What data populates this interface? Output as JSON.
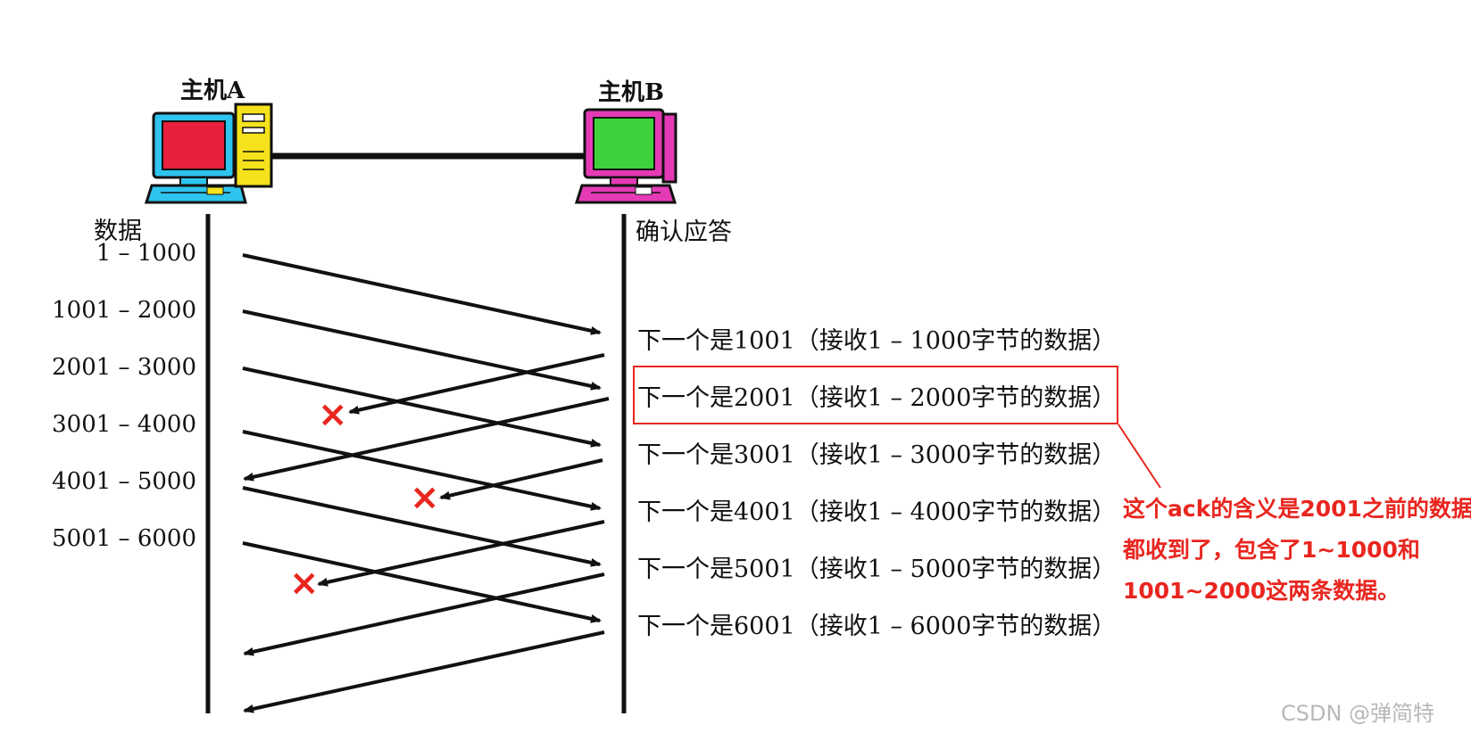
{
  "host_a": {
    "label": "主机A",
    "column_label": "数据"
  },
  "host_b": {
    "label": "主机B",
    "column_label": "确认应答"
  },
  "segments": [
    "1 – 1000",
    "1001 – 2000",
    "2001 – 3000",
    "3001 – 4000",
    "4001 – 5000",
    "5001 – 6000"
  ],
  "acks": [
    "下一个是1001（接收1 – 1000字节的数据）",
    "下一个是2001（接收1 – 2000字节的数据）",
    "下一个是3001（接收1 – 3000字节的数据）",
    "下一个是4001（接收1 – 4000字节的数据）",
    "下一个是5001（接收1 – 5000字节的数据）",
    "下一个是6001（接收1 – 6000字节的数据）"
  ],
  "lost_marker": "×",
  "note": "这个ack的含义是2001之前的数据都收到了，包含了1~1000和1001~2000这两条数据。",
  "watermark": "CSDN @弹简特",
  "colors": {
    "annotation": "#e8261f",
    "host_a_screen": "#e8203c",
    "host_a_monitor": "#2ec4ee",
    "host_a_tower": "#f5e21c",
    "host_b_screen": "#3dd23d",
    "host_b_monitor": "#e53ab6"
  }
}
